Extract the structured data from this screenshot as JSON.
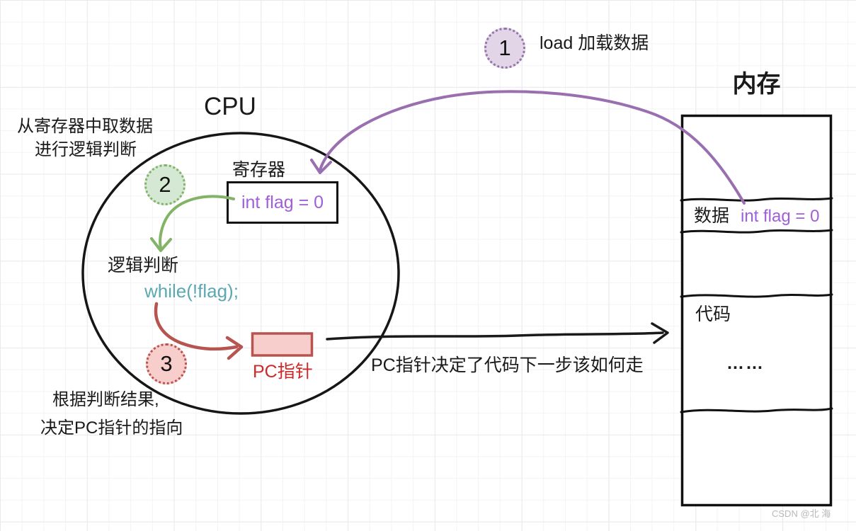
{
  "colors": {
    "purple_arrow": "#9a6fb0",
    "purple_badge_fill": "#e1d5e7",
    "purple_badge_border": "#9673a6",
    "green_badge_fill": "#d5e8d4",
    "green_accent": "#82b366",
    "red_badge_fill": "#f8cecc",
    "red_accent": "#b85450",
    "code_purple_text": "#a05fd9",
    "code_teal_text": "#5ba8b0",
    "pc_label_red": "#cc2a2a"
  },
  "steps": [
    {
      "num": "1",
      "label": "load 加载数据"
    },
    {
      "num": "2"
    },
    {
      "num": "3"
    }
  ],
  "cpu": {
    "title": "CPU",
    "note_top": [
      "从寄存器中取数据",
      "进行逻辑判断"
    ],
    "register_label": "寄存器",
    "register_value": "int flag = 0",
    "logic_label": "逻辑判断",
    "logic_code": "while(!flag);",
    "pc_label": "PC指针",
    "note_bottom": [
      "根据判断结果,",
      "决定PC指针的指向"
    ]
  },
  "memory": {
    "title": "内存",
    "data_label": "数据",
    "data_value": "int flag = 0",
    "code_label": "代码",
    "code_ellipsis": "……"
  },
  "arrow_caption": "PC指针决定了代码下一步该如何走",
  "watermark": "CSDN @北 海"
}
